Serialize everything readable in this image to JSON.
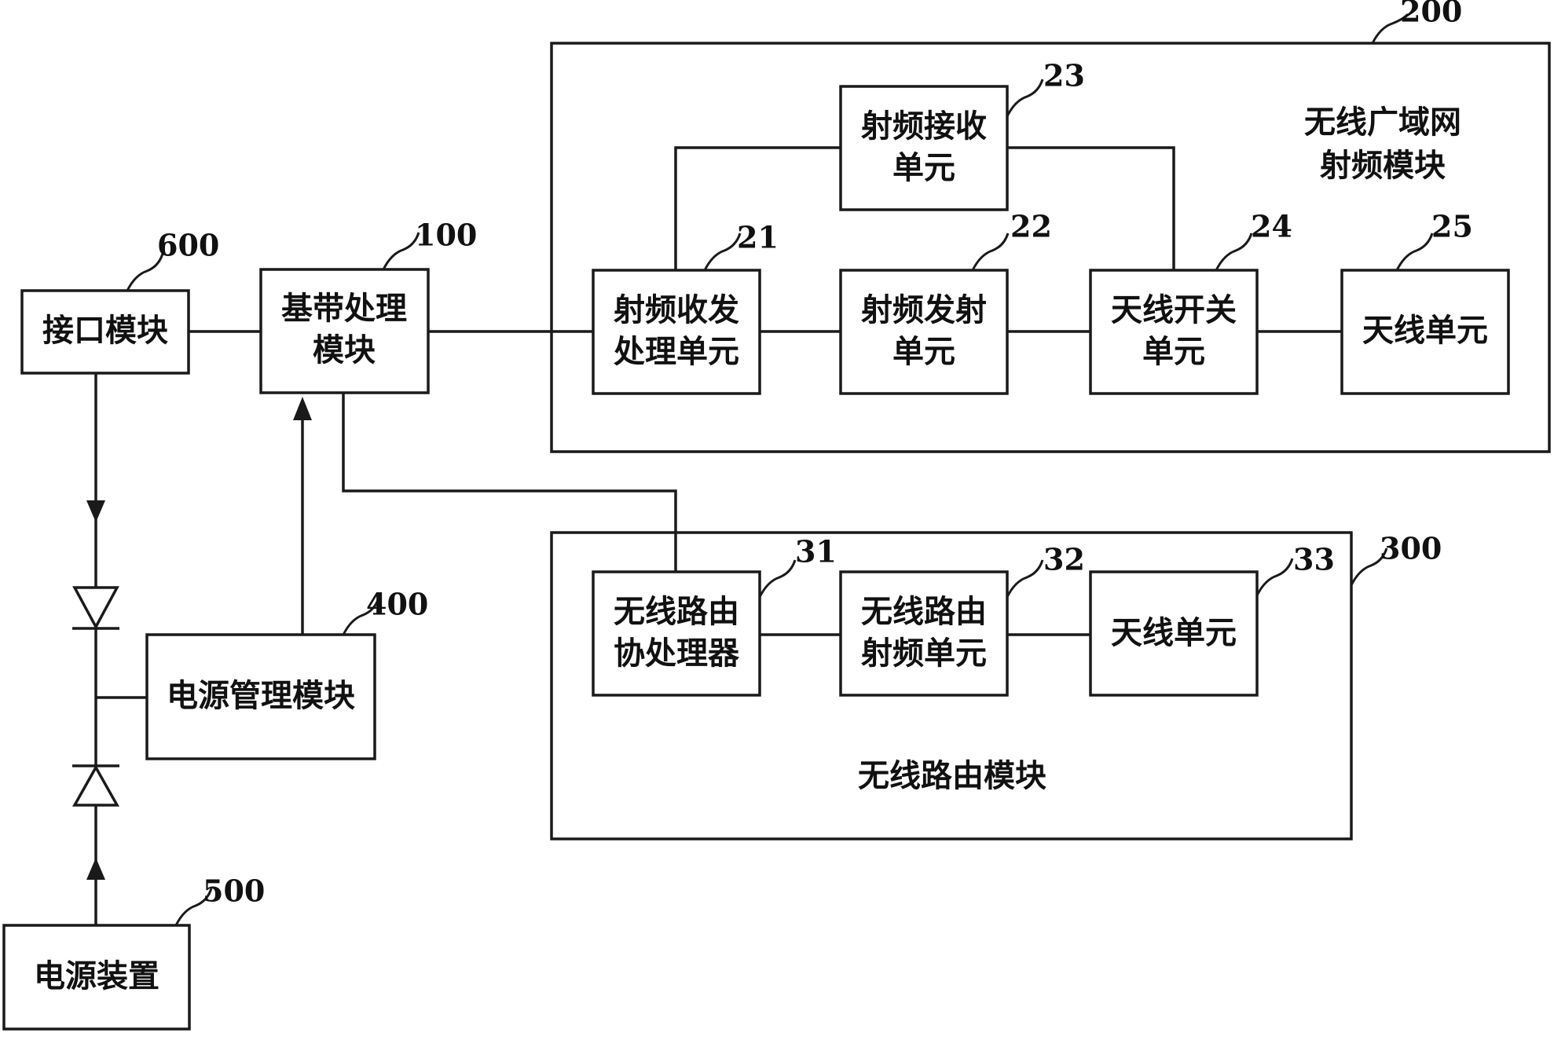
{
  "modules": {
    "interface": {
      "label": "接口模块",
      "ref": "600"
    },
    "baseband": {
      "line1": "基带处理",
      "line2": "模块",
      "ref": "100"
    },
    "power_mgmt": {
      "label": "电源管理模块",
      "ref": "400"
    },
    "power_supply": {
      "label": "电源装置",
      "ref": "500"
    },
    "wwan": {
      "title_line1": "无线广域网",
      "title_line2": "射频模块",
      "ref": "200",
      "transceiver": {
        "line1": "射频收发",
        "line2": "处理单元",
        "ref": "21"
      },
      "transmit": {
        "line1": "射频发射",
        "line2": "单元",
        "ref": "22"
      },
      "receive": {
        "line1": "射频接收",
        "line2": "单元",
        "ref": "23"
      },
      "antenna_switch": {
        "line1": "天线开关",
        "line2": "单元",
        "ref": "24"
      },
      "antenna": {
        "label": "天线单元",
        "ref": "25"
      }
    },
    "router": {
      "title": "无线路由模块",
      "ref": "300",
      "coprocessor": {
        "line1": "无线路由",
        "line2": "协处理器",
        "ref": "31"
      },
      "rf_unit": {
        "line1": "无线路由",
        "line2": "射频单元",
        "ref": "32"
      },
      "antenna": {
        "label": "天线单元",
        "ref": "33"
      }
    }
  }
}
